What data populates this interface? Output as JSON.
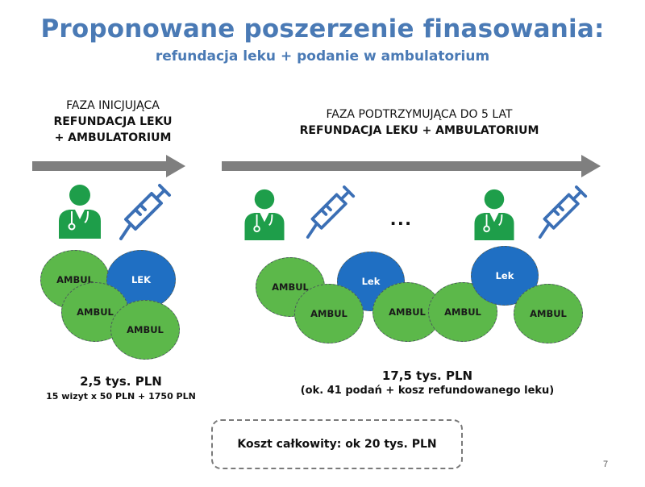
{
  "slide": {
    "title": "Proponowane poszerzenie finasowania:",
    "subtitle": "refundacja leku + podanie w ambulatorium",
    "page_number": "7"
  },
  "phase1": {
    "line1": "FAZA INICJUJĄCA",
    "line2": "REFUNDACJA LEKU",
    "line3": "+ AMBULATORIUM",
    "ellipses": [
      "AMBUL",
      "LEK",
      "AMBUL",
      "AMBUL"
    ],
    "cost": "2,5 tys. PLN",
    "cost_detail": "15 wizyt x 50 PLN + 1750 PLN"
  },
  "phase2": {
    "line1": "FAZA PODTRZYMUJĄCA DO 5 LAT",
    "line2": "REFUNDACJA LEKU + AMBULATORIUM",
    "ellipses": [
      "AMBUL",
      "Lek",
      "AMBUL",
      "AMBUL",
      "AMBUL",
      "Lek",
      "AMBUL"
    ],
    "dots": "...",
    "cost": "17,5 tys. PLN",
    "cost_detail": "(ok. 41 podań + kosz refundowanego leku)"
  },
  "total": "Koszt całkowity: ok 20 tys. PLN",
  "colors": {
    "title": "#4a7ab5",
    "green": "#5cb84a",
    "blue": "#1f6fc3",
    "arrow": "#7f7f7f",
    "doctor": "#1e9e4a",
    "syringe": "#3b6fb5"
  },
  "icons": [
    "doctor-icon",
    "syringe-icon"
  ]
}
